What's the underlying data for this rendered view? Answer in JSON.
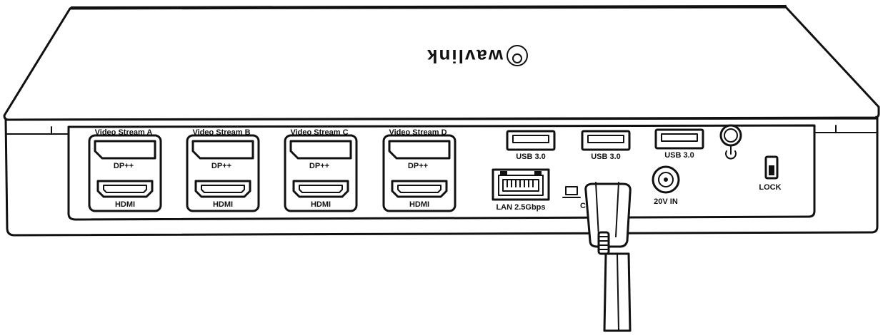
{
  "brand": {
    "logo_text": "wavlink"
  },
  "stream_groups": [
    {
      "title": "Video Stream A",
      "dp_label": "DP++",
      "hdmi_label": "HDMI"
    },
    {
      "title": "Video Stream B",
      "dp_label": "DP++",
      "hdmi_label": "HDMI"
    },
    {
      "title": "Video Stream C",
      "dp_label": "DP++",
      "hdmi_label": "HDMI"
    },
    {
      "title": "Video Stream D",
      "dp_label": "DP++",
      "hdmi_label": "HDMI"
    }
  ],
  "usb_ports": [
    {
      "label": "USB 3.0"
    },
    {
      "label": "USB 3.0"
    },
    {
      "label": "USB 3.0"
    }
  ],
  "lan_port": {
    "label": "LAN 2.5Gbps"
  },
  "usb_c_port": {
    "label_visible": "C"
  },
  "power_input": {
    "label": "20V IN"
  },
  "power_button": {
    "icon": "power-icon"
  },
  "lock": {
    "label": "LOCK"
  },
  "icons": {
    "laptop": "laptop-icon",
    "bolt": "lightning-icon",
    "power": "power-icon"
  }
}
